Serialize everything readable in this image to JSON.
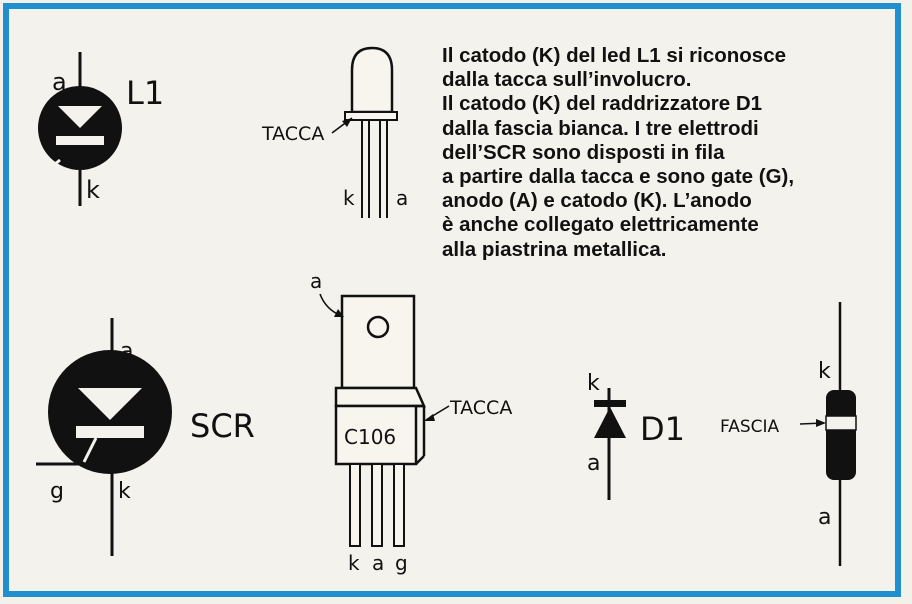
{
  "description": {
    "lines": [
      "Il catodo (K) del led L1 si riconosce",
      "dalla tacca sull’involucro.",
      "Il catodo (K) del raddrizzatore D1",
      "dalla fascia bianca. I tre elettrodi",
      "dell’SCR sono disposti in fila",
      "a partire dalla tacca e sono gate (G),",
      "anodo (A) e catodo (K). L’anodo",
      "è anche collegato elettricamente",
      "alla piastrina metallica."
    ]
  },
  "led_symbol": {
    "name": "L1",
    "anode": "a",
    "cathode": "k"
  },
  "led_component": {
    "notch_label": "TACCA",
    "lead_left": "k",
    "lead_right": "a"
  },
  "scr_symbol": {
    "name": "SCR",
    "anode": "a",
    "gate": "g",
    "cathode": "k"
  },
  "scr_component": {
    "part_number": "C106",
    "tab_label": "a",
    "notch_label": "TACCA",
    "leads": [
      "k",
      "a",
      "g"
    ]
  },
  "diode_symbol": {
    "name": "D1",
    "cathode": "k",
    "anode": "a"
  },
  "diode_component": {
    "band_label": "FASCIA",
    "cathode": "k",
    "anode": "a"
  },
  "colors": {
    "frame": "#1f8fd0",
    "ink": "#111111",
    "paper": "#f4f2ec"
  }
}
